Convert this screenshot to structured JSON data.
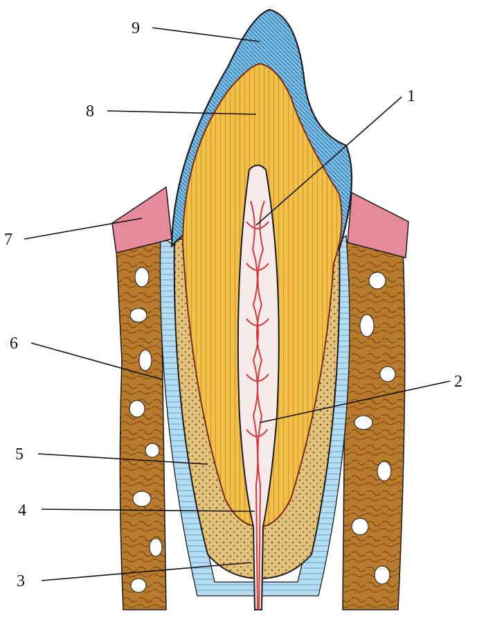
{
  "diagram": {
    "labels": [
      {
        "id": "1",
        "text": "1"
      },
      {
        "id": "2",
        "text": "2"
      },
      {
        "id": "3",
        "text": "3"
      },
      {
        "id": "4",
        "text": "4"
      },
      {
        "id": "5",
        "text": "5"
      },
      {
        "id": "6",
        "text": "6"
      },
      {
        "id": "7",
        "text": "7"
      },
      {
        "id": "8",
        "text": "8"
      },
      {
        "id": "9",
        "text": "9"
      }
    ]
  },
  "colors": {
    "enamel": "#5fa9d6",
    "dentin": "#f2c14a",
    "pulp": "#f7eaea",
    "vessels": "#d33a3a",
    "cementum": "#d6b26a",
    "periodontium": "#a8d3ec",
    "bone": "#b87a2c",
    "gum": "#e58a9a",
    "outline": "#1a1a1a"
  }
}
